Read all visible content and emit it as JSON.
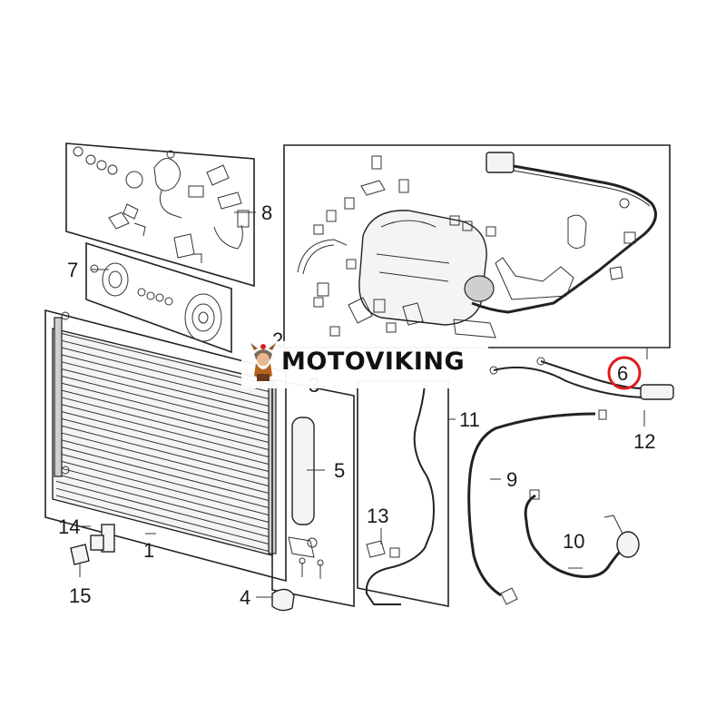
{
  "brand": {
    "name": "MOTOVIKING",
    "colors": {
      "text": "#111111",
      "highlight_ring": "#e01b1b",
      "line": "#222222"
    }
  },
  "callouts": {
    "c1": "1",
    "c2": "2",
    "c3": "3",
    "c4": "4",
    "c5": "5",
    "c6": "6",
    "c7": "7",
    "c8": "8",
    "c9": "9",
    "c10": "10",
    "c11": "11",
    "c12": "12",
    "c13": "13",
    "c14": "14",
    "c15": "15"
  },
  "highlighted_callout": "6"
}
